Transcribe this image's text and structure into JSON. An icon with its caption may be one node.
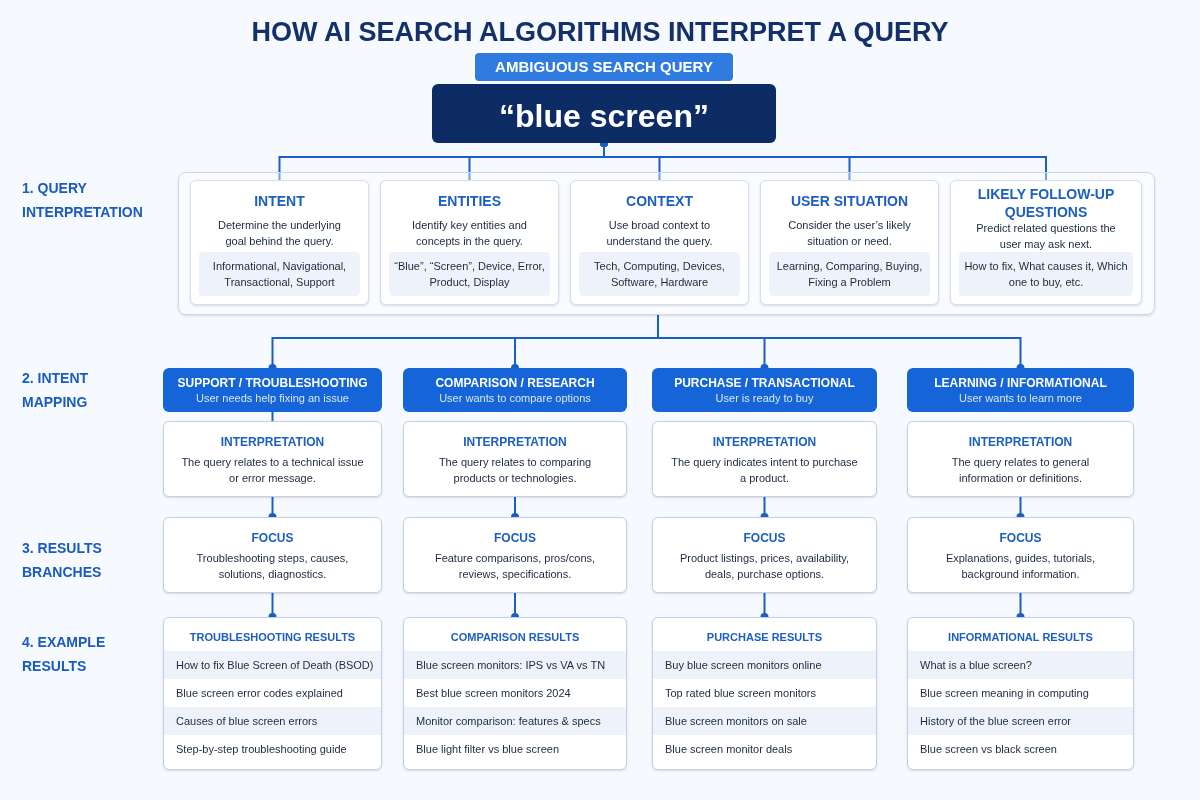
{
  "diagram": {
    "title": "HOW AI SEARCH ALGORITHMS INTERPRET A QUERY",
    "nodes": [
      {
        "text": [
          "“blue screen”"
        ]
      },
      {
        "text": [],
        "shape": "box"
      },
      {
        "text": [
          "INTENT",
          "Determine the underlying goal behind the query.",
          "Informational, Navigational, Transactional, Support"
        ],
        "in": 1
      },
      {
        "text": [
          "ENTITIES",
          "Identify key entities and concepts in the query.",
          "“Blue”, “Screen”, Device, Error, Product, Display"
        ],
        "in": 1
      },
      {
        "text": [
          "CONTEXT",
          "Use broad context to understand the query.",
          "Tech, Computing, Devices, Software, Hardware"
        ],
        "in": 1
      },
      {
        "text": [
          "USER SITUATION",
          "Consider the user’s likely situation or need.",
          "Learning, Comparing, Buying, Fixing a Problem"
        ],
        "in": 1
      },
      {
        "text": [
          "LIKELY FOLLOW-UP QUESTIONS",
          "Predict related questions the user may ask next.",
          "How to fix, What causes it, Which one to buy, etc."
        ],
        "in": 1
      },
      {
        "text": [
          "SUPPORT / TROUBLESHOOTING",
          "User needs help fixing an issue"
        ]
      },
      {
        "text": [
          "COMPARISON / RESEARCH",
          "User wants to compare options"
        ]
      },
      {
        "text": [
          "PURCHASE / TRANSACTIONAL",
          "User is ready to buy"
        ]
      },
      {
        "text": [
          "LEARNING / INFORMATIONAL",
          "User wants to learn more"
        ]
      },
      {
        "text": [
          "INTERPRETATION",
          "The query relates to a technical issue or error message."
        ]
      },
      {
        "text": [
          "INTERPRETATION",
          "The query relates to comparing products or technologies."
        ]
      },
      {
        "text": [
          "INTERPRETATION",
          "The query indicates intent to purchase a product."
        ]
      },
      {
        "text": [
          "INTERPRETATION",
          "The query relates to general information or definitions."
        ]
      },
      {
        "text": [
          "FOCUS",
          "Troubleshooting steps, causes, solutions, diagnostics."
        ]
      },
      {
        "text": [
          "FOCUS",
          "Feature comparisons, pros/cons, reviews, specifications."
        ]
      },
      {
        "text": [
          "FOCUS",
          "Product listings, prices, availability, deals, purchase options."
        ]
      },
      {
        "text": [
          "FOCUS",
          "Explanations, guides, tutorials, background information."
        ]
      },
      {
        "text": [
          "TROUBLESHOOTING RESULTS",
          "How to fix Blue Screen of Death (BSOD)",
          "Blue screen error codes explained",
          "Causes of blue screen errors",
          "Step-by-step troubleshooting guide"
        ]
      },
      {
        "text": [
          "COMPARISON RESULTS",
          "Blue screen monitors: IPS vs VA vs TN",
          "Best blue screen monitors 2024",
          "Monitor comparison: features & specs",
          "Blue light filter vs blue screen"
        ]
      },
      {
        "text": [
          "PURCHASE RESULTS",
          "Buy blue screen monitors online",
          "Top rated blue screen monitors",
          "Blue screen monitors on sale",
          "Blue screen monitor deals"
        ]
      },
      {
        "text": [
          "INFORMATIONAL RESULTS",
          "What is a blue screen?",
          "Blue screen meaning in computing",
          "History of the blue screen error",
          "Blue screen vs black screen"
        ]
      },
      {
        "text": [
          "AMBIGUOUS SEARCH QUERY"
        ]
      }
    ],
    "edges": [
      {
        "from": 0,
        "to": 2,
        "arrow": "other"
      },
      {
        "from": 0,
        "to": 3,
        "arrow": "other"
      },
      {
        "from": 0,
        "to": 4,
        "arrow": "other"
      },
      {
        "from": 0,
        "to": 5,
        "arrow": "other"
      },
      {
        "from": 0,
        "to": 6,
        "arrow": "other"
      },
      {
        "from": 1,
        "to": 7,
        "arrow": "other"
      },
      {
        "from": 1,
        "to": 8,
        "arrow": "other"
      },
      {
        "from": 1,
        "to": 9,
        "arrow": "other"
      },
      {
        "from": 1,
        "to": 10,
        "arrow": "other"
      },
      {
        "from": 7,
        "to": 11,
        "arrow": "none"
      },
      {
        "from": 11,
        "to": 15,
        "arrow": "other"
      },
      {
        "from": 12,
        "to": 16,
        "arrow": "other"
      },
      {
        "from": 13,
        "to": 17,
        "arrow": "other"
      },
      {
        "from": 14,
        "to": 18,
        "arrow": "other"
      },
      {
        "from": 15,
        "to": 19,
        "arrow": "other"
      },
      {
        "from": 16,
        "to": 20,
        "arrow": "other"
      },
      {
        "from": 17,
        "to": 21,
        "arrow": "other"
      },
      {
        "from": 18,
        "to": 22,
        "arrow": "other"
      }
    ],
    "labels": [
      "1. QUERY INTERPRETATION",
      "2. INTENT MAPPING",
      "3. RESULTS BRANCHES",
      "4. EXAMPLE RESULTS"
    ]
  }
}
